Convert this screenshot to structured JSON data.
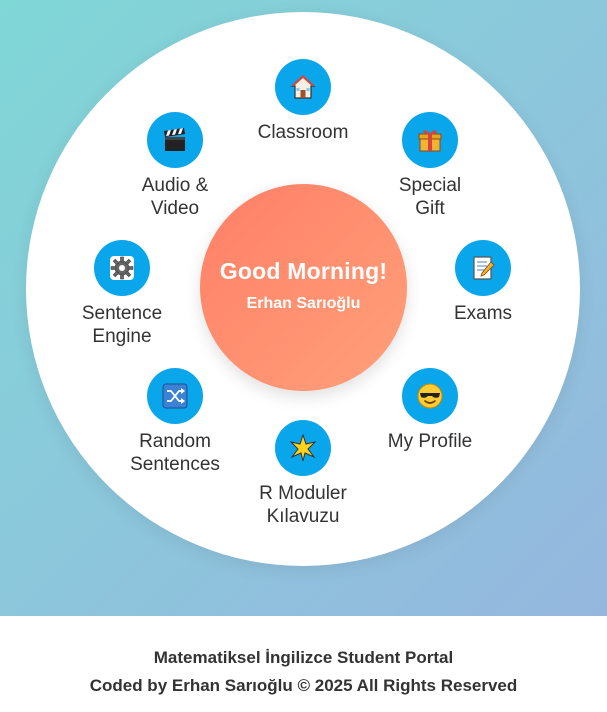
{
  "greeting": {
    "title": "Good Morning!",
    "user": "Erhan Sarıoğlu"
  },
  "menu": {
    "classroom": {
      "label": "Classroom",
      "icon": "house-icon"
    },
    "special_gift": {
      "label_line1": "Special",
      "label_line2": "Gift",
      "icon": "gift-icon"
    },
    "exams": {
      "label": "Exams",
      "icon": "memo-icon"
    },
    "my_profile": {
      "label": "My Profile",
      "icon": "sunglasses-face-icon"
    },
    "r_moduler": {
      "label_line1": "R Moduler",
      "label_line2": "Kılavuzu",
      "icon": "star-burst-icon"
    },
    "random_sentences": {
      "label_line1": "Random",
      "label_line2": "Sentences",
      "icon": "shuffle-icon"
    },
    "sentence_engine": {
      "label_line1": "Sentence",
      "label_line2": "Engine",
      "icon": "gear-icon"
    },
    "audio_video": {
      "label_line1": "Audio &",
      "label_line2": "Video",
      "icon": "clapper-board-icon"
    }
  },
  "footer": {
    "line1": "Matematiksel İngilizce Student Portal",
    "line2": "Coded by Erhan Sarıoğlu © 2025 All Rights Reserved"
  },
  "colors": {
    "icon_circle": "#0aa6ec",
    "center_gradient_start": "#ff7f66",
    "center_gradient_end": "#ffa07a"
  }
}
